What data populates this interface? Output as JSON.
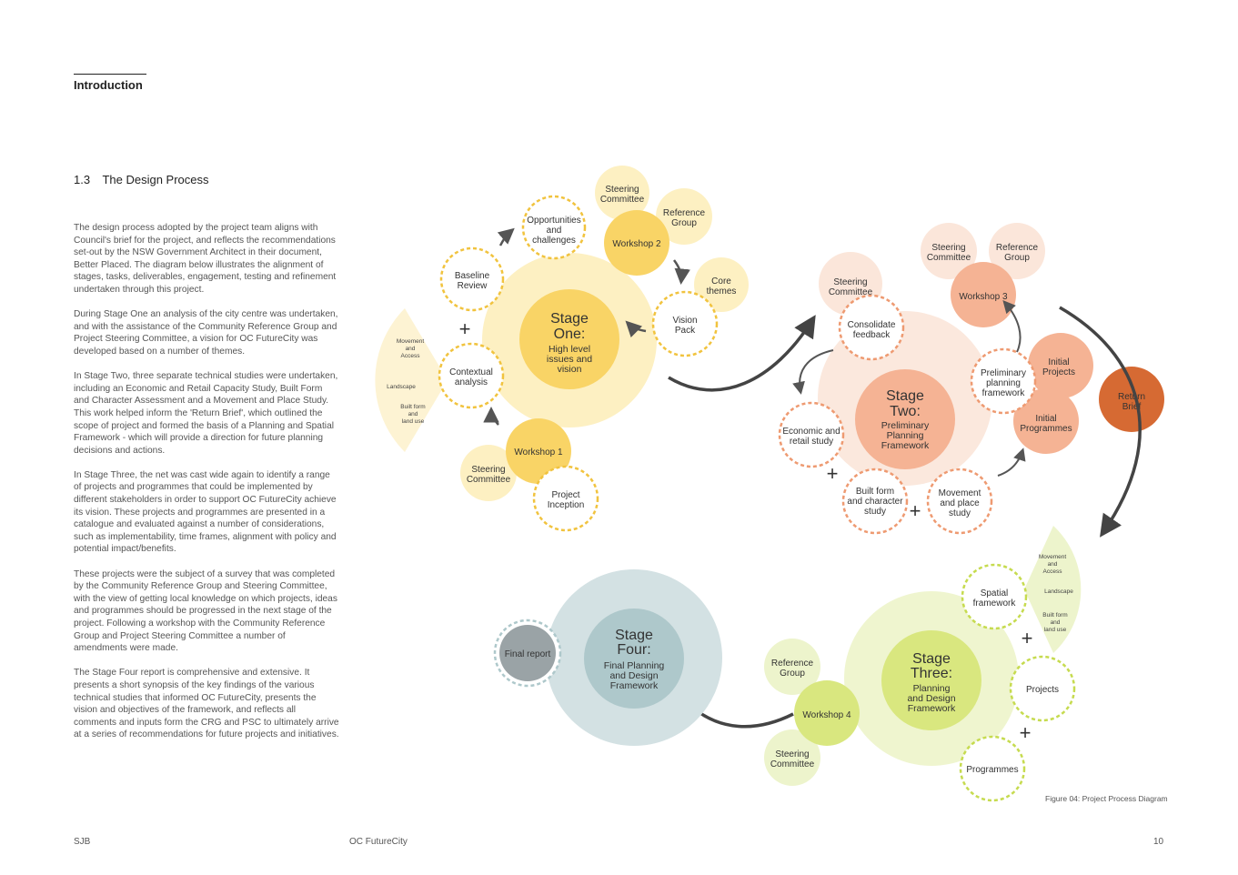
{
  "header": {
    "section": "Introduction"
  },
  "heading": {
    "number": "1.3",
    "title": "The Design Process"
  },
  "body": {
    "p1": "The design process adopted by the project team aligns with Council's brief for the project, and reflects the recommendations set-out by the NSW Government Architect in their document, Better Placed. The diagram below illustrates the alignment of stages, tasks, deliverables, engagement, testing and refinement undertaken through this project.",
    "p2": "During Stage One an analysis of the city centre was undertaken, and with the assistance of the Community Reference Group and Project Steering Committee, a vision for OC FutureCity was developed based on a number of themes.",
    "p3": "In Stage Two, three separate technical studies were undertaken, including an Economic and Retail Capacity Study, Built Form and Character Assessment and a Movement and Place Study. This work helped inform the 'Return Brief', which outlined the scope of project and formed the basis of a Planning and Spatial Framework - which will provide a direction for future planning decisions and actions.",
    "p4": "In Stage Three, the net was cast wide again to identify a range of projects and programmes that could be implemented by different stakeholders in order to support OC FutureCity achieve its vision. These projects and programmes are presented in a catalogue and evaluated against a number of considerations, such as implementability, time frames, alignment with policy and potential impact/benefits.",
    "p5": "These projects were the subject of a survey that was completed by the Community Reference Group and Steering Committee, with the view of getting local knowledge on which projects, ideas and programmes should be progressed in the next stage of the project. Following a workshop with the Community Reference Group and Project Steering Committee a number of amendments were made.",
    "p6": "The Stage Four report is comprehensive and extensive. It presents a short synopsis of the key findings of the various technical studies that informed OC FutureCity, presents the vision and objectives of the framework, and reflects all comments and inputs form the CRG and PSC to ultimately arrive at a series of recommendations for future projects and initiatives."
  },
  "diagram": {
    "stage1": {
      "title1": "Stage",
      "title2": "One:",
      "sub1": "High level",
      "sub2": "issues and",
      "sub3": "vision",
      "workshop1": "Workshop 1",
      "workshop2": "Workshop 2",
      "steering_a1": "Steering",
      "steering_a2": "Committee",
      "steering_b1": "Steering",
      "steering_b2": "Committee",
      "reference1": "Reference",
      "reference2": "Group",
      "opp1": "Opportunities",
      "opp2": "and",
      "opp3": "challenges",
      "baseline1": "Baseline",
      "baseline2": "Review",
      "context1": "Contextual",
      "context2": "analysis",
      "core1": "Core",
      "core2": "themes",
      "vision1": "Vision",
      "vision2": "Pack",
      "inception1": "Project",
      "inception2": "Inception",
      "fan_movement1": "Movement",
      "fan_movement2": "and",
      "fan_movement3": "Access",
      "fan_landscape": "Landscape",
      "fan_built1": "Built form",
      "fan_built2": "and",
      "fan_built3": "land use"
    },
    "stage2": {
      "title1": "Stage",
      "title2": "Two:",
      "sub1": "Preliminary",
      "sub2": "Planning",
      "sub3": "Framework",
      "steering1": "Steering",
      "steering2": "Committee",
      "consolidate1": "Consolidate",
      "consolidate2": "feedback",
      "economic1": "Economic and",
      "economic2": "retail study",
      "built1": "Built form",
      "built2": "and character",
      "built3": "study",
      "movement1": "Movement",
      "movement2": "and place",
      "movement3": "study",
      "prelim1": "Preliminary",
      "prelim2": "planning",
      "prelim3": "framework",
      "initproj1": "Initial",
      "initproj2": "Projects",
      "initprog1": "Initial",
      "initprog2": "Programmes",
      "workshop3": "Workshop 3",
      "steering_b1": "Steering",
      "steering_b2": "Committee",
      "reference1": "Reference",
      "reference2": "Group",
      "return1": "Return",
      "return2": "Brief"
    },
    "stage3": {
      "title1": "Stage",
      "title2": "Three:",
      "sub1": "Planning",
      "sub2": "and Design",
      "sub3": "Framework",
      "spatial1": "Spatial",
      "spatial2": "framework",
      "projects": "Projects",
      "programmes": "Programmes",
      "workshop4": "Workshop 4",
      "reference1": "Reference",
      "reference2": "Group",
      "steering1": "Steering",
      "steering2": "Committee",
      "fan_movement1": "Movement",
      "fan_movement2": "and",
      "fan_movement3": "Access",
      "fan_landscape": "Landscape",
      "fan_built1": "Built form",
      "fan_built2": "and",
      "fan_built3": "land use"
    },
    "stage4": {
      "title1": "Stage",
      "title2": "Four:",
      "sub1": "Final Planning",
      "sub2": "and Design",
      "sub3": "Framework",
      "final": "Final report"
    },
    "plus": "+",
    "colors": {
      "stage1": "#f9d466",
      "stage1_bg": "#fdf0c2",
      "stage1_pale": "#fdf3d3",
      "stage1_dash": "#f1c33e",
      "stage2": "#f5b394",
      "stage2_bg": "#fbe8dd",
      "stage2_pale": "#fbe6da",
      "stage2_dash": "#ee9a71",
      "return": "#d66a33",
      "stage3": "#d9e77f",
      "stage3_bg": "#eff5cf",
      "stage3_pale": "#edf4cc",
      "stage3_dash": "#c6db4f",
      "stage4": "#aec8cb",
      "stage4_bg": "#d3e1e3",
      "final": "#9aa3a6",
      "arrow": "#444444"
    }
  },
  "caption": "Figure 04: Project Process Diagram",
  "footer": {
    "left": "SJB",
    "center": "OC FutureCity",
    "page": "10"
  }
}
